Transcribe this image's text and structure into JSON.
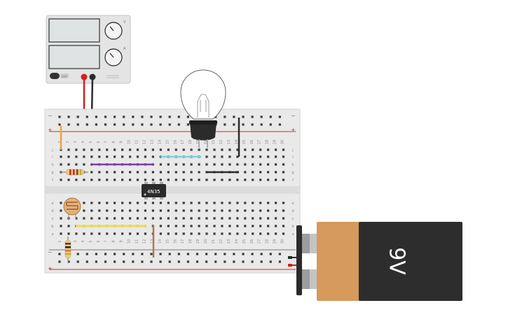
{
  "power_supply": {
    "name": "DC power supply",
    "power_button_label": "OFF",
    "knob_1_label": "V",
    "knob_2_label": "A"
  },
  "breadboard": {
    "rail_plus": "+",
    "rail_minus": "−",
    "row_letters_top": [
      "j",
      "i",
      "h",
      "g",
      "f"
    ],
    "row_letters_bottom": [
      "e",
      "d",
      "c",
      "b",
      "a"
    ],
    "column_count": 30
  },
  "ic": {
    "label": "4N35"
  },
  "lamp": {
    "name": "incandescent bulb"
  },
  "battery": {
    "label": "9V",
    "body_color": "#2d2d2d",
    "cap_color": "#d59a5c"
  },
  "colors": {
    "red_wire": "#d41f1f",
    "black_wire": "#2b2b2b",
    "purple_wire": "#7a3fa0",
    "cyan_wire": "#7ecfdc",
    "yellow_wire": "#f0dc4a",
    "orange_wire": "#f0a040",
    "brown_wire": "#b07a50",
    "rail_red": "#c83030"
  }
}
